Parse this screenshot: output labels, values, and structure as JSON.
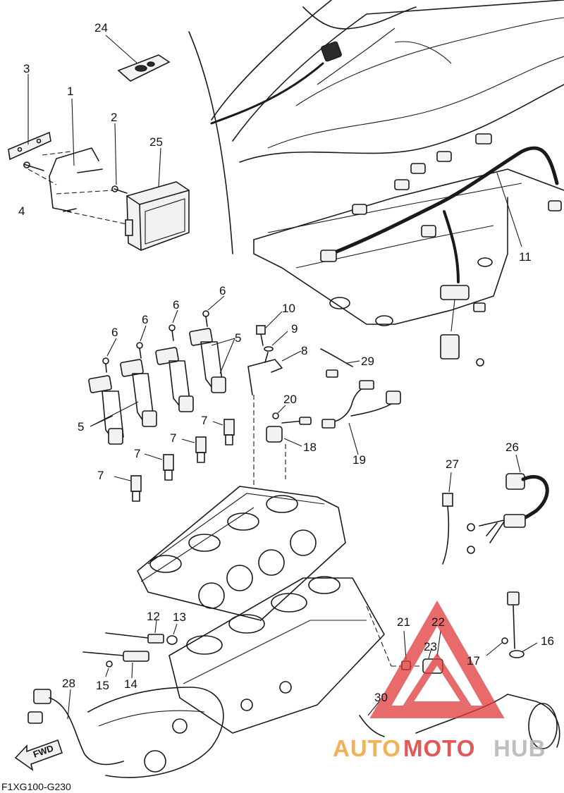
{
  "figure_code": "F1XG100-G230",
  "watermark": {
    "brand_auto": "AUTO",
    "brand_moto": "MOTO",
    "brand_hub": "HUB",
    "color_red": "#e03a3a",
    "color_orange": "#f2a43a",
    "color_gray": "#b5b5b5"
  },
  "fwd_label": "FWD",
  "callouts": [
    {
      "id": "c1",
      "text": "1"
    },
    {
      "id": "c2",
      "text": "2"
    },
    {
      "id": "c3",
      "text": "3"
    },
    {
      "id": "c4",
      "text": "4"
    },
    {
      "id": "c5a",
      "text": "5"
    },
    {
      "id": "c5b",
      "text": "5"
    },
    {
      "id": "c6a",
      "text": "6"
    },
    {
      "id": "c6b",
      "text": "6"
    },
    {
      "id": "c6c",
      "text": "6"
    },
    {
      "id": "c6d",
      "text": "6"
    },
    {
      "id": "c7a",
      "text": "7"
    },
    {
      "id": "c7b",
      "text": "7"
    },
    {
      "id": "c7c",
      "text": "7"
    },
    {
      "id": "c7d",
      "text": "7"
    },
    {
      "id": "c8",
      "text": "8"
    },
    {
      "id": "c9",
      "text": "9"
    },
    {
      "id": "c10",
      "text": "10"
    },
    {
      "id": "c11",
      "text": "11"
    },
    {
      "id": "c12",
      "text": "12"
    },
    {
      "id": "c13",
      "text": "13"
    },
    {
      "id": "c14",
      "text": "14"
    },
    {
      "id": "c15",
      "text": "15"
    },
    {
      "id": "c16",
      "text": "16"
    },
    {
      "id": "c17",
      "text": "17"
    },
    {
      "id": "c18",
      "text": "18"
    },
    {
      "id": "c19",
      "text": "19"
    },
    {
      "id": "c20",
      "text": "20"
    },
    {
      "id": "c21",
      "text": "21"
    },
    {
      "id": "c22",
      "text": "22"
    },
    {
      "id": "c23",
      "text": "23"
    },
    {
      "id": "c24",
      "text": "24"
    },
    {
      "id": "c25",
      "text": "25"
    },
    {
      "id": "c26",
      "text": "26"
    },
    {
      "id": "c27",
      "text": "27"
    },
    {
      "id": "c28",
      "text": "28"
    },
    {
      "id": "c29",
      "text": "29"
    },
    {
      "id": "c30",
      "text": "30"
    }
  ]
}
